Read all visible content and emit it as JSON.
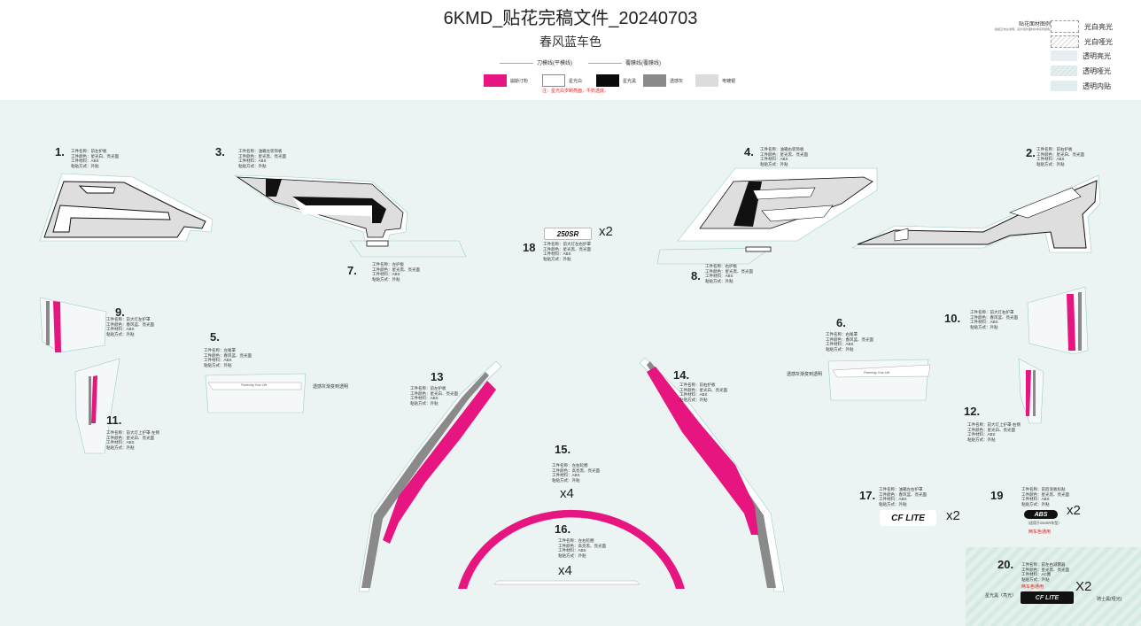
{
  "header": {
    "title": "6KMD_贴花完稿文件_20240703",
    "subtitle": "春风蓝车色",
    "line_legend": [
      "刀模线(平模线)",
      "覆膜线(覆膜线)"
    ],
    "swatches": [
      {
        "label": "崩斯汀粉",
        "color": "#e6157f"
      },
      {
        "label": "星光白",
        "color": "#ffffff"
      },
      {
        "label": "星光黑",
        "color": "#0a0a0a"
      },
      {
        "label": "透感灰",
        "color": "#8a8a8a"
      },
      {
        "label": "电镀银",
        "color": "#dcdcdc"
      }
    ],
    "note": "注：星光白岁刷亮面，牛奶透底。"
  },
  "material_legend": {
    "title": "贴花面材图例",
    "subtitle": "(贴纸正材白/透明，亮光/哑光面材并非实际颜色)",
    "items": [
      "光白亮光",
      "光白哑光",
      "透明亮光",
      "透明哑光",
      "透明内贴"
    ]
  },
  "parts": [
    {
      "num": "1.",
      "lines": [
        "工件名称：前左护板",
        "工件颜色：星光白、亮光面",
        "工件材料：ABS",
        "粘贴方式：外贴"
      ]
    },
    {
      "num": "2.",
      "lines": [
        "工件名称：前右护板",
        "工件颜色：星光白、亮光面",
        "工件材料：ABS",
        "粘贴方式：外贴"
      ]
    },
    {
      "num": "3.",
      "lines": [
        "工件名称：油箱左装饰板",
        "工件颜色：星光黑、亮光面",
        "工件材料：ABS",
        "粘贴方式：外贴"
      ]
    },
    {
      "num": "4.",
      "lines": [
        "工件名称：油箱右装饰板",
        "工件颜色：星光黑、亮光面",
        "工件材料：ABS",
        "粘贴方式：外贴"
      ]
    },
    {
      "num": "5.",
      "lines": [
        "工件名称：左尾罩",
        "工件颜色：春风蓝、亮光面",
        "工件材料：ABS",
        "粘贴方式：外贴"
      ]
    },
    {
      "num": "6.",
      "lines": [
        "工件名称：右尾罩",
        "工件颜色：春风蓝、亮光面",
        "工件材料：ABS",
        "粘贴方式：外贴"
      ]
    },
    {
      "num": "7.",
      "lines": [
        "工件名称：左护板",
        "工件颜色：星光黑、亮光面",
        "工件材料：ABS",
        "粘贴方式：外贴"
      ]
    },
    {
      "num": "8.",
      "lines": [
        "工件名称：右护板",
        "工件颜色：星光黑、亮光面",
        "工件材料：ABS",
        "粘贴方式：外贴"
      ]
    },
    {
      "num": "9.",
      "lines": [
        "工件名称：前大灯左护罩",
        "工件颜色：春风蓝、亮光面",
        "工件材料：ABS",
        "粘贴方式：外贴"
      ]
    },
    {
      "num": "10.",
      "lines": [
        "工件名称：前大灯右护罩",
        "工件颜色：春风蓝、亮光面",
        "工件材料：ABS",
        "粘贴方式：外贴"
      ]
    },
    {
      "num": "11.",
      "lines": [
        "工件名称：前大灯上护罩-左侧",
        "工件颜色：星光白、亮光面",
        "工件材料：ABS",
        "粘贴方式：外贴"
      ]
    },
    {
      "num": "12.",
      "lines": [
        "工件名称：前大灯上护罩-右侧",
        "工件颜色：星光白、亮光面",
        "工件材料：ABS",
        "粘贴方式：外贴"
      ]
    },
    {
      "num": "13",
      "lines": [
        "工件名称：前左护板",
        "工件颜色：星光白、亮光面",
        "工件材料：ABS",
        "粘贴方式：外贴"
      ]
    },
    {
      "num": "14.",
      "lines": [
        "工件名称：前右护板",
        "工件颜色：星光白、亮光面",
        "工件材料：ABS",
        "粘贴方式：外贴"
      ]
    },
    {
      "num": "15.",
      "lines": [
        "工件名称：左右轮圈",
        "工件颜色：高亮黑、亮光面",
        "工件材料：ABS",
        "粘贴方式：外贴"
      ]
    },
    {
      "num": "16.",
      "lines": [
        "工件名称：左右轮圈",
        "工件颜色：高亮黑、亮光面",
        "工件材料：ABS",
        "粘贴方式：外贴"
      ]
    },
    {
      "num": "17.",
      "lines": [
        "工件名称：油箱左右护罩",
        "工件颜色：春风蓝、亮光面",
        "工件材料：ABS",
        "粘贴方式：外贴"
      ]
    },
    {
      "num": "18",
      "lines": [
        "工件名称：前大灯左右护罩",
        "工件颜色：星光黑、亮光面",
        "工件材料：ABS",
        "粘贴方式：外贴"
      ]
    },
    {
      "num": "19",
      "lines": [
        "工件名称：前后泥板标贴",
        "工件颜色：星光黑、亮光面",
        "工件材料：ABS",
        "粘贴方式：外贴"
      ]
    },
    {
      "num": "20.",
      "lines": [
        "工件名称：前左右减震器",
        "工件颜色：星光黑、亮光面",
        "工件材料：AC圈",
        "粘贴方式：外贴"
      ]
    }
  ],
  "multipliers": {
    "m18": "x2",
    "m15": "x4",
    "m16": "x4",
    "m17": "x2",
    "m19": "x2",
    "m20": "X2"
  },
  "annotations": {
    "gradient_left": "透感灰渐变到透明",
    "gradient_right": "透感灰渐变到透明",
    "tag_left": "Powering Your Life",
    "tag_right": "Powering Your Life",
    "p19_small": "（适用于250SR车型）",
    "p19_red": "两车色通用",
    "p20_red": "两车色通用",
    "p20_left": "星光黑（亮光）",
    "p20_right": "骑士黑(哑光)",
    "logo18": "250SR",
    "logo17": "CF LITE",
    "logo19": "ABS",
    "logo20": "CF LITE"
  },
  "colors": {
    "pink": "#e6157f",
    "black": "#0a0a0a",
    "grey": "#8a8a8a",
    "silver": "#dcdcdc",
    "bg": "#ecf3f3"
  }
}
